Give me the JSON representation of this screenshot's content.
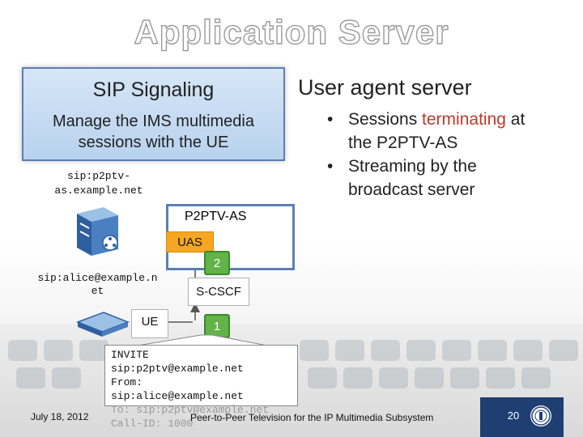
{
  "slide": {
    "title": "Application Server",
    "signaling": {
      "title": "SIP Signaling",
      "description_line1": "Manage the IMS multimedia",
      "description_line2": "sessions with the UE"
    },
    "uas_section": {
      "heading": "User agent server",
      "bullets": [
        {
          "parts": [
            "Sessions ",
            "terminating",
            " at"
          ],
          "line2": "the P2PTV-AS"
        },
        {
          "line1": "Streaming by the",
          "line2": "broadcast server"
        }
      ],
      "bullet_glyph": "•"
    },
    "diagram": {
      "sip_as_line1": "sip:p2ptv-",
      "sip_as_line2": "as.example.net",
      "p2ptv_as_label": "P2PTV-AS",
      "uas_label": "UAS",
      "step2": "2",
      "sip_alice_line1": "sip:alice@example.n",
      "sip_alice_line2": "et",
      "scscf_label": "S-CSCF",
      "ue_label": "UE",
      "step1": "1",
      "server_icon": "server-icon",
      "laptop_icon": "laptop-icon"
    },
    "message": {
      "lines": [
        "INVITE",
        "sip:p2ptv@example.net",
        "From:",
        "sip:alice@example.net",
        "To: sip:p2ptv@example.net",
        "Call-ID: 1000"
      ]
    },
    "footer": {
      "date": "July 18, 2012",
      "center": "Peer-to-Peer Television for the IP Multimedia Subsystem",
      "page": "20",
      "seal_icon": "university-seal-icon"
    },
    "colors": {
      "accent_blue": "#1f3f73",
      "uas_orange": "#f5a623",
      "step_green": "#62b348",
      "highlight_red": "#c0392b"
    }
  }
}
